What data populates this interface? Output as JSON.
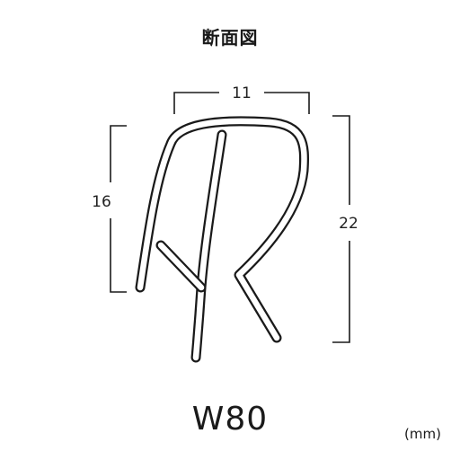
{
  "title": "断面図",
  "model": "W80",
  "unit": "(mm)",
  "dimensions": {
    "width": "11",
    "left_height": "16",
    "right_height": "22"
  },
  "colors": {
    "line": "#1a1a1a",
    "fill": "#ffffff"
  }
}
